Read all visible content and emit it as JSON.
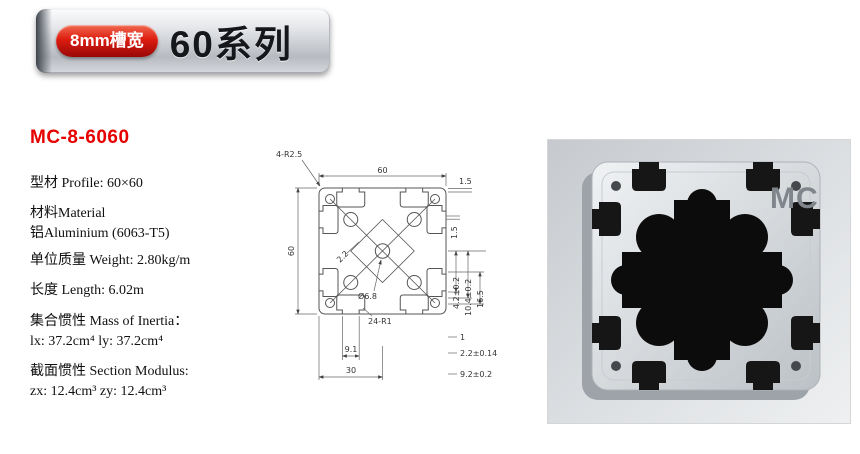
{
  "badge": {
    "tab_label": "8mm槽宽",
    "series_label": "60系列"
  },
  "product": {
    "code": "MC-8-6060"
  },
  "specs": {
    "profile": "型材 Profile: 60×60",
    "material_label": "材料Material",
    "material_value": "铝Aluminium (6063-T5)",
    "weight": "单位质量 Weight: 2.80kg/m",
    "length": "长度 Length: 6.02m",
    "inertia_label": "集合惯性 Mass of Inertia：",
    "inertia_values": "lx: 37.2cm⁴  ly: 37.2cm⁴",
    "modulus_label": "截面惯性 Section Modulus:",
    "modulus_values": "zx: 12.4cm³ zy: 12.4cm³"
  },
  "drawing": {
    "dims": {
      "corner_label": "4-R2.5",
      "width_top": "60",
      "wall_top": "1.5",
      "wall_right": "1.5",
      "height_left": "60",
      "web_thickness": "2.2",
      "center_hole": "Ø6.8",
      "slot_radius": "24-R1",
      "slot_opening": "9.1",
      "pitch": "30",
      "stack_1": "4.2±0.2",
      "stack_2": "10.4±0.2",
      "stack_3": "16.5",
      "base_1": "1",
      "base_2": "2.2±0.14",
      "base_3": "9.2±0.2"
    }
  },
  "photo": {
    "brand": "MC"
  }
}
